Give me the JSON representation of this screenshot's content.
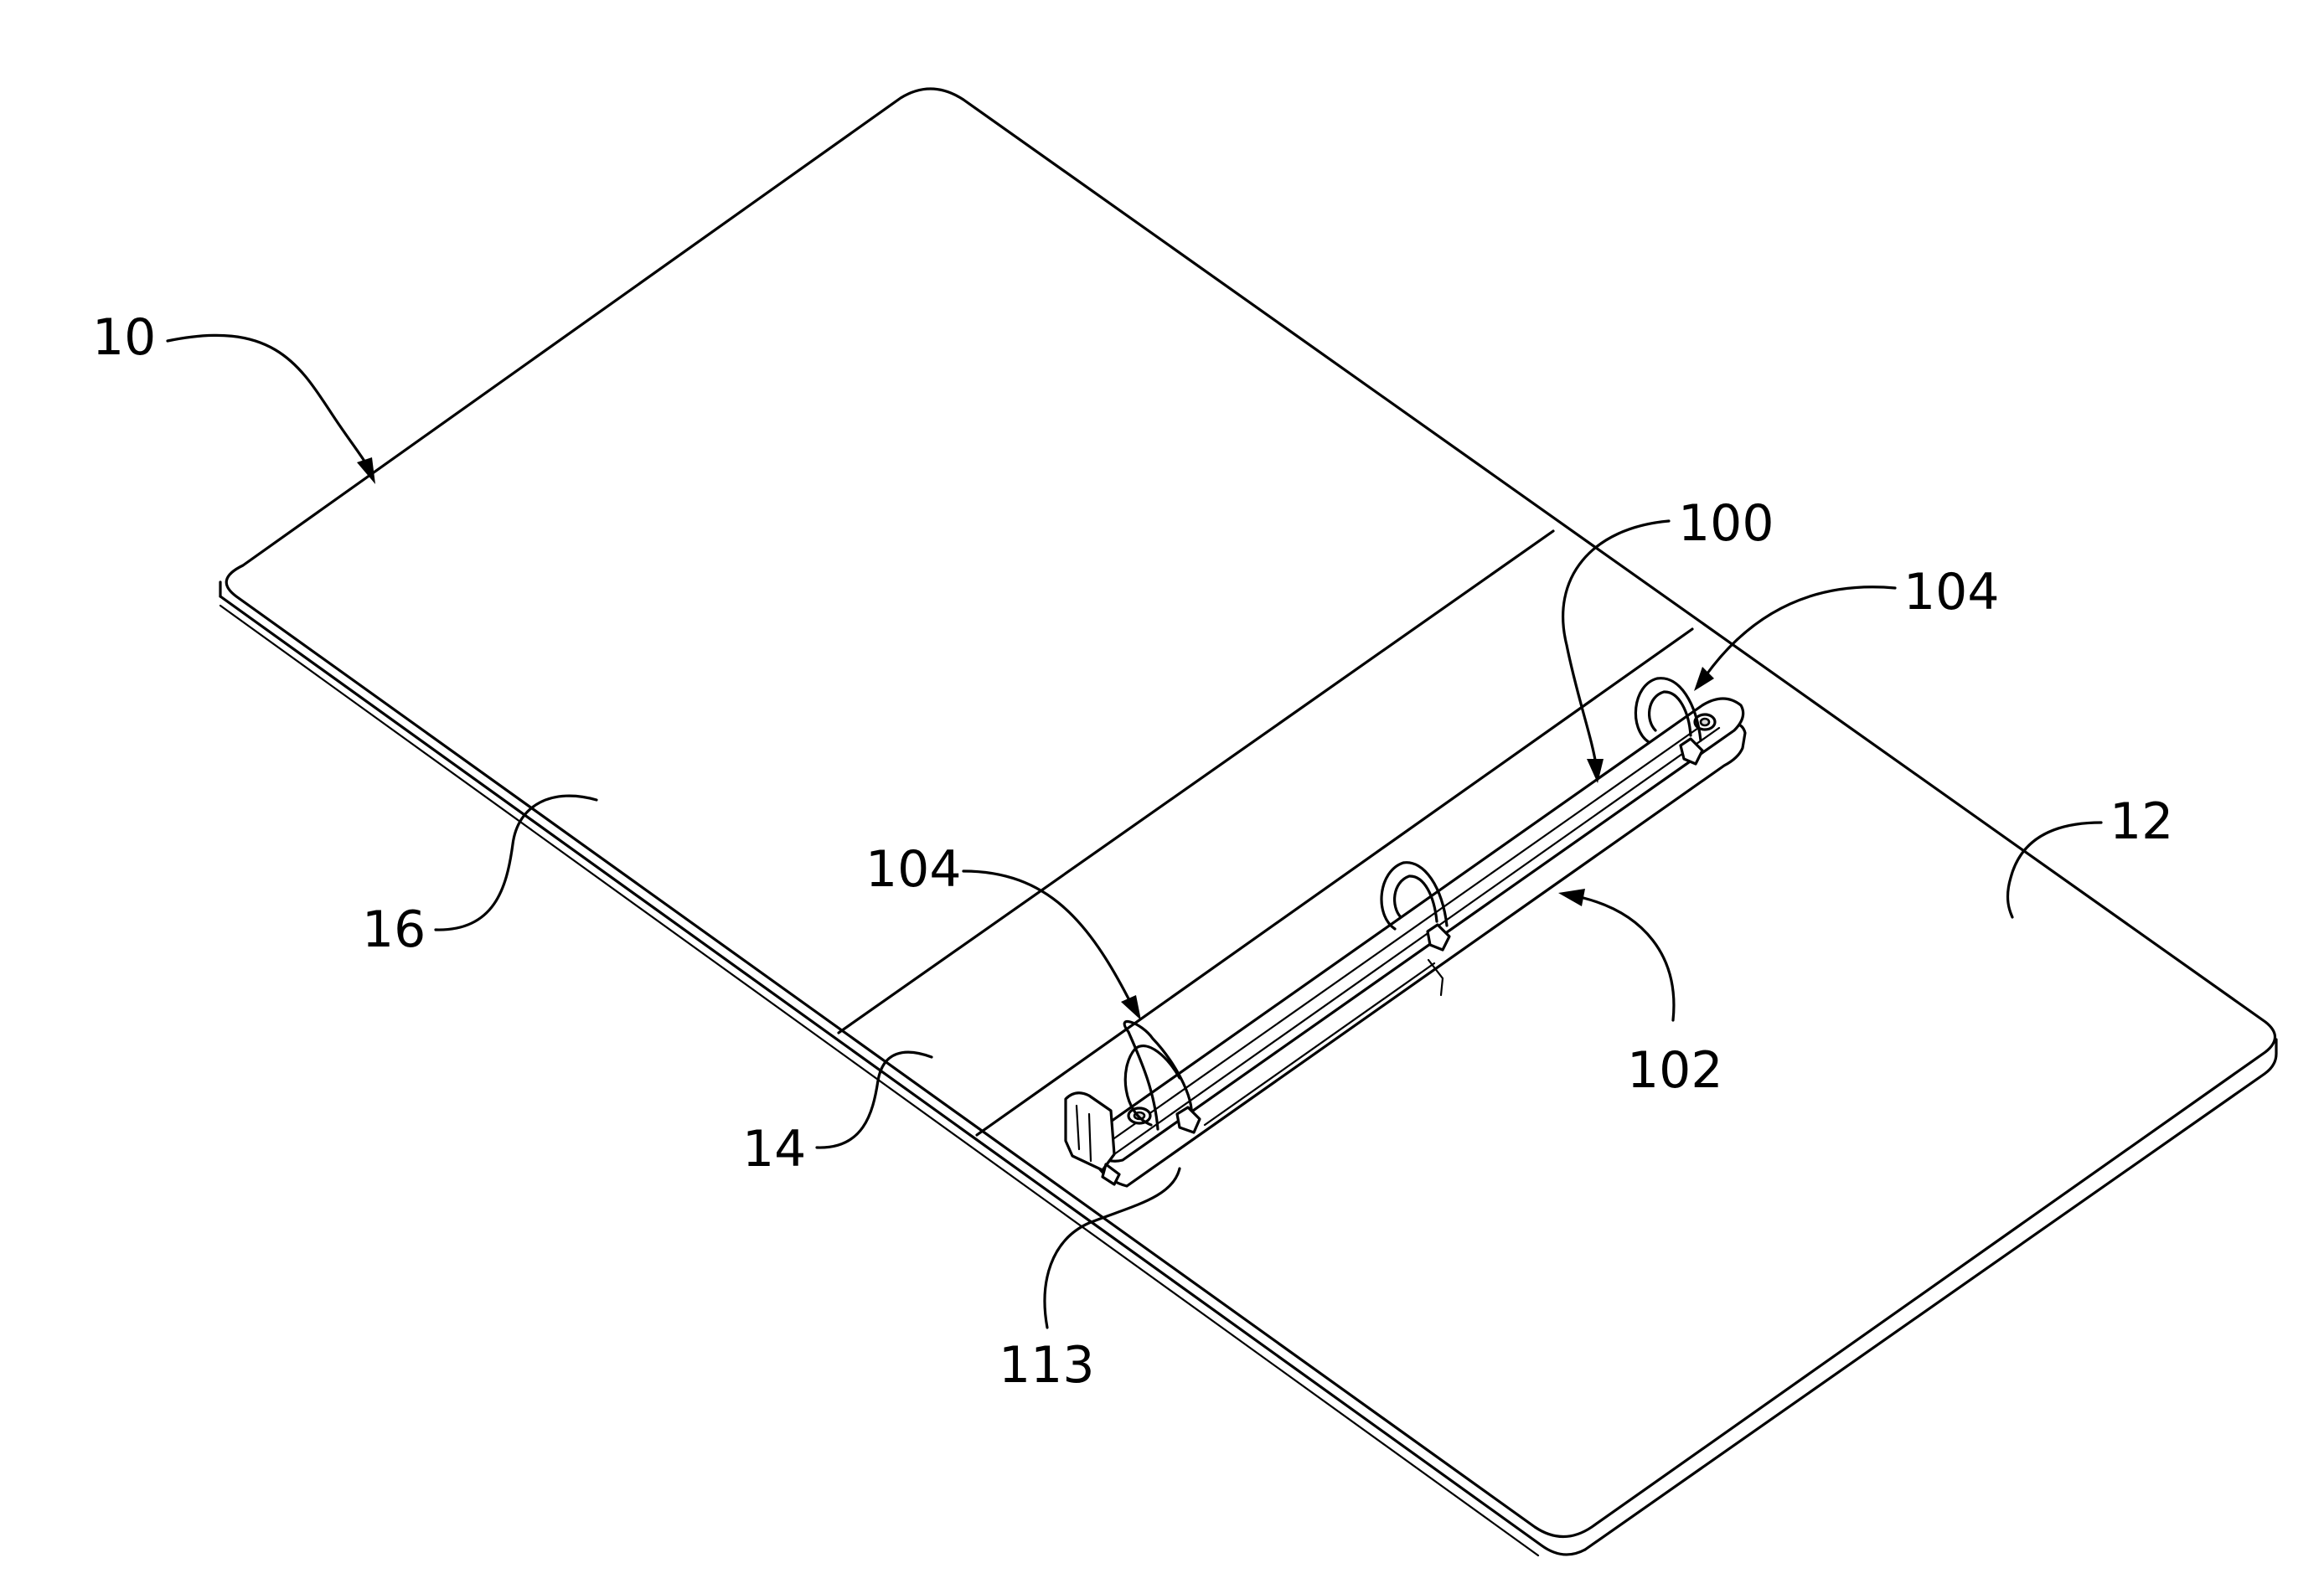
{
  "figure": {
    "labels": {
      "binder": "10",
      "back_cover": "12",
      "spine": "14",
      "front_cover": "16",
      "ring_mechanism": "100",
      "base_plate": "102",
      "ring_top": "104",
      "ring_bottom": "104",
      "actuator": "113"
    },
    "colors": {
      "line": "#000000",
      "background": "#ffffff",
      "shading": "#d9d9d9"
    }
  }
}
